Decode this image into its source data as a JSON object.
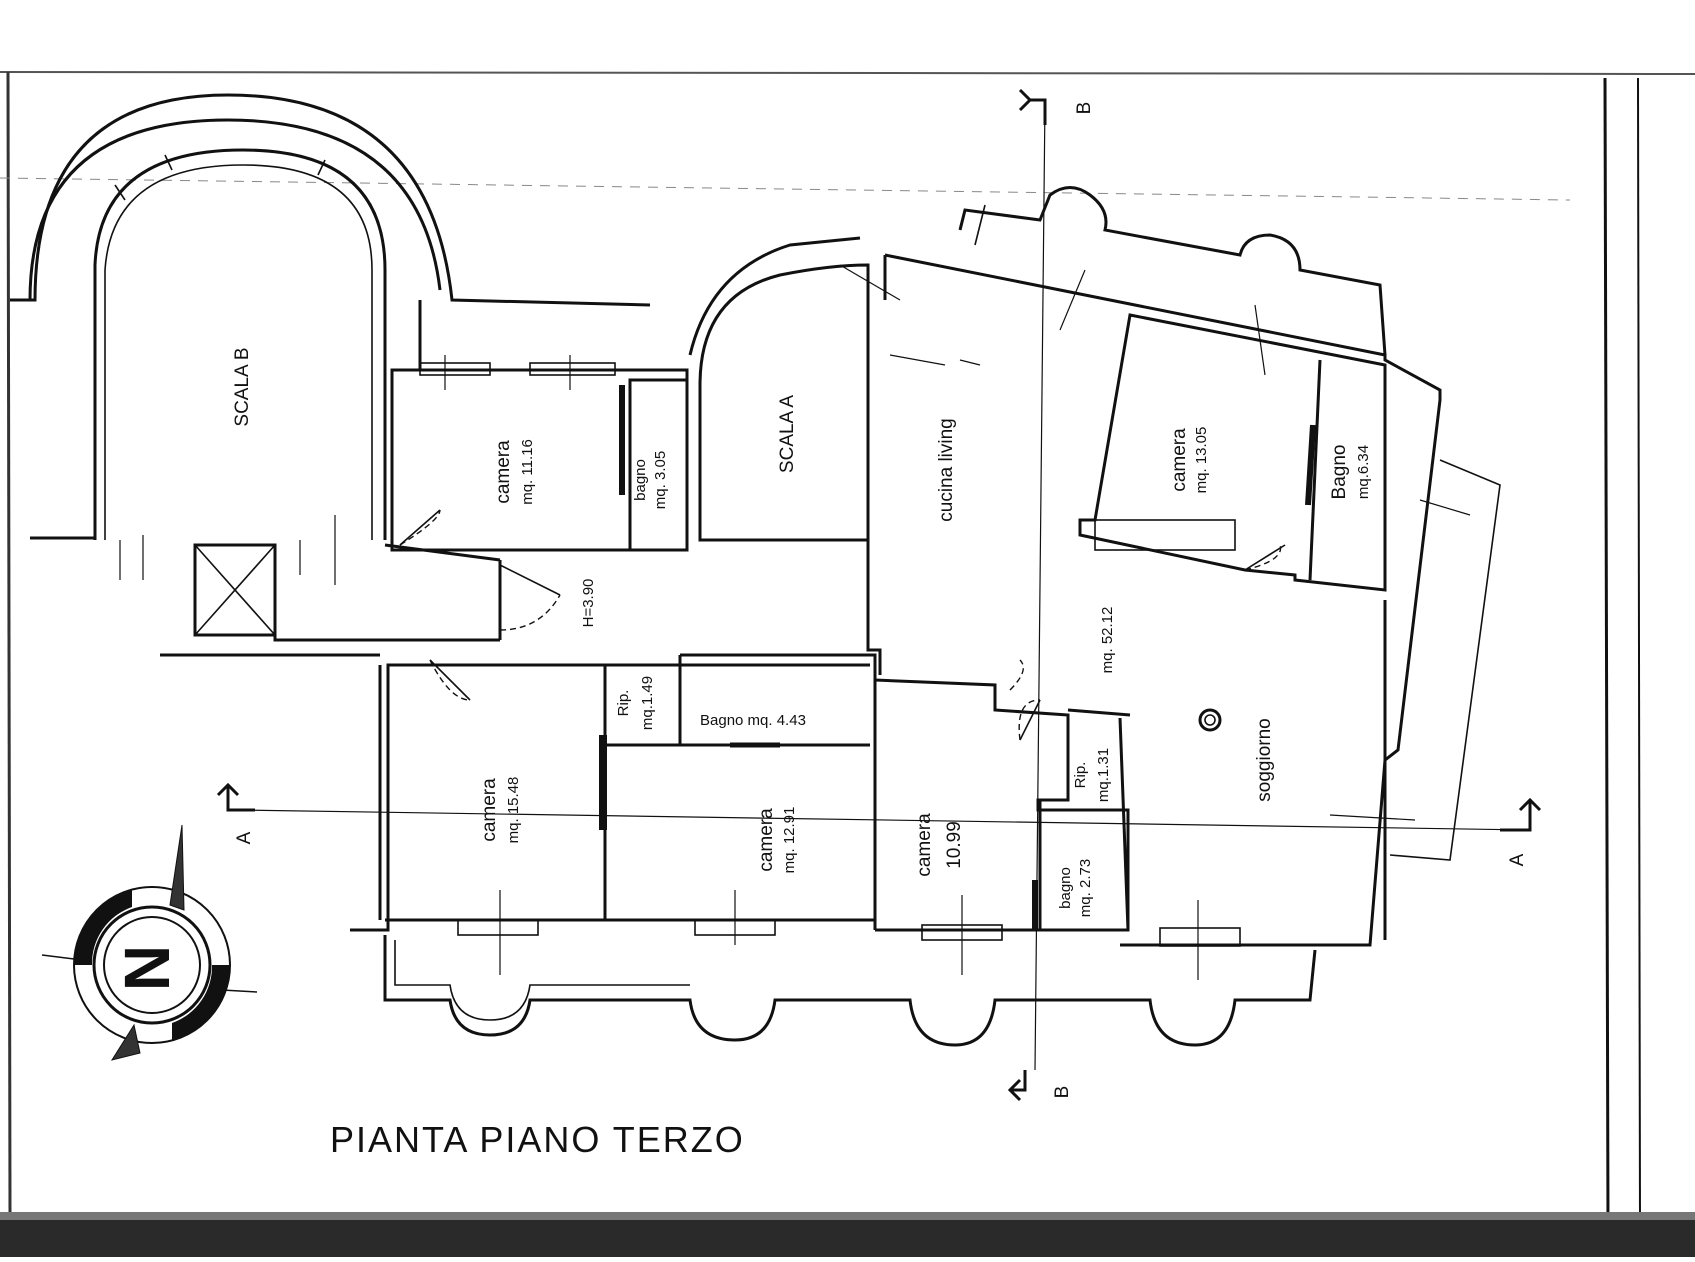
{
  "title": "PIANTA PIANO TERZO",
  "section_marks": {
    "a": "A",
    "b": "B"
  },
  "compass": {
    "letter": "N"
  },
  "height_note": "H=3.90",
  "rooms": {
    "scala_b": {
      "name": "SCALA B"
    },
    "scala_a": {
      "name": "SCALA A"
    },
    "camera_1116": {
      "name": "camera",
      "area": "mq. 11.16"
    },
    "bagno_305": {
      "name": "bagno",
      "area": "mq. 3.05"
    },
    "cucina": {
      "name": "cucina living"
    },
    "camera_1305": {
      "name": "camera",
      "area": "mq. 13.05"
    },
    "bagno_634": {
      "name": "Bagno",
      "area": "mq.6.34"
    },
    "soggiorno": {
      "name": "soggiorno",
      "area": "mq. 52.12"
    },
    "rip_149": {
      "name": "Rip.",
      "area": "mq.1.49"
    },
    "bagno_443": {
      "label": "Bagno mq. 4.43"
    },
    "camera_1548": {
      "name": "camera",
      "area": "mq. 15.48"
    },
    "camera_1291": {
      "name": "camera",
      "area": "mq. 12.91"
    },
    "camera_1099": {
      "name": "camera",
      "area": "10.99"
    },
    "rip_131": {
      "name": "Rip.",
      "area": "mq.1.31"
    },
    "bagno_273": {
      "name": "bagno",
      "area": "mq. 2.73"
    }
  }
}
